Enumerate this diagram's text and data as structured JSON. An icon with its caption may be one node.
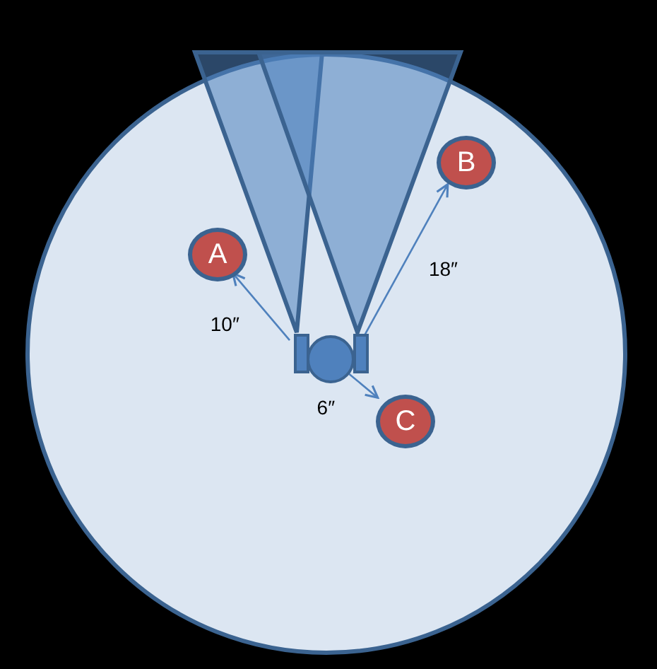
{
  "diagram": {
    "nodes": [
      {
        "text": [],
        "shape": "circle"
      },
      {
        "text": [
          "B"
        ],
        "in": 0
      },
      {
        "text": [
          "A"
        ],
        "in": 0
      },
      {
        "text": [],
        "shape": "bar",
        "in": 0
      },
      {
        "text": [],
        "shape": "circle",
        "in": 0
      },
      {
        "text": [],
        "shape": "bar",
        "in": 0
      },
      {
        "text": [
          "C"
        ],
        "in": 0
      }
    ],
    "edges": [
      {
        "from": 3,
        "to": 2,
        "arrow": "to",
        "label": "10″"
      },
      {
        "from": 5,
        "to": 1,
        "arrow": "to",
        "label": "18″"
      },
      {
        "from": 4,
        "to": 6,
        "arrow": "to",
        "label": "6″"
      }
    ]
  }
}
